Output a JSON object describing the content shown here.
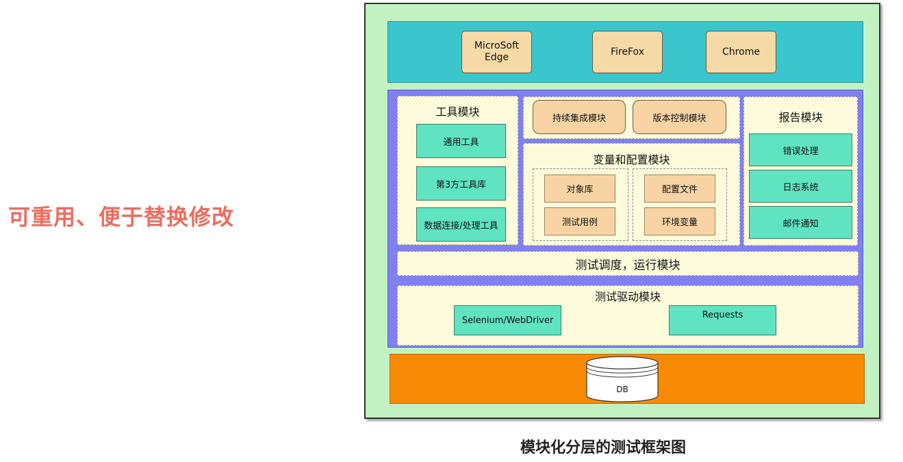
{
  "slogan": "可重用、便于替换修改",
  "caption": "模块化分层的测试框架图",
  "browsers": [
    "MicroSoft\nEdge",
    "FireFox",
    "Chrome"
  ],
  "tools_module": {
    "title": "工具模块",
    "items": [
      "通用工具",
      "第3方工具库",
      "数据连接/处理工具"
    ]
  },
  "ci_module": "持续集成模块",
  "vcs_module": "版本控制模块",
  "config_module": {
    "title": "变量和配置模块",
    "left": [
      "对象库",
      "测试用例"
    ],
    "right": [
      "配置文件",
      "环境变量"
    ]
  },
  "report_module": {
    "title": "报告模块",
    "items": [
      "错误处理",
      "日志系统",
      "邮件通知"
    ]
  },
  "scheduler_module": "测试调度，运行模块",
  "driver_module": {
    "title": "测试驱动模块",
    "selenium": "Selenium/WebDriver",
    "requests": "Requests"
  },
  "db_label": "DB",
  "colors": {
    "slogan": "#ef6b5e",
    "outer_bg": "#c3f2c2",
    "browser_layer": "#3ac6cc",
    "middle_layer": "#8080f2",
    "panel": "#fdfbdb",
    "green_box": "#5fe3c1",
    "orange_box": "#f8d4a4",
    "db_layer": "#f98a06"
  }
}
